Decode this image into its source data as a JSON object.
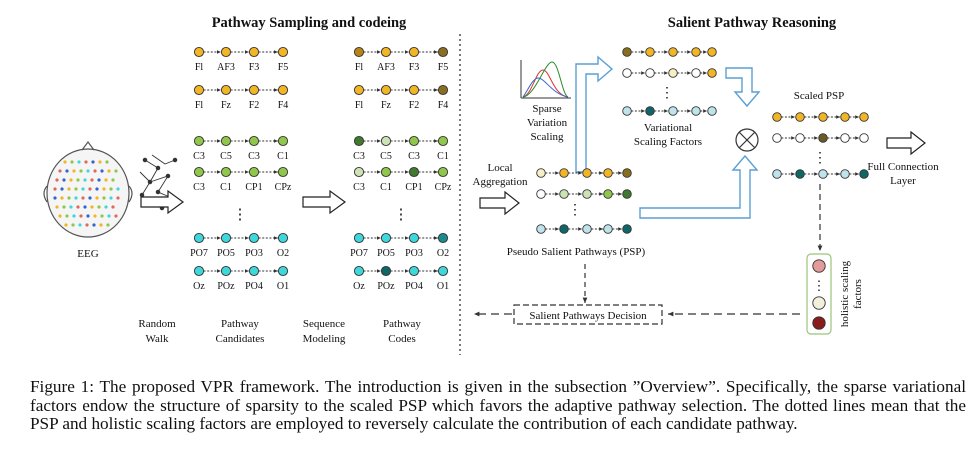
{
  "titles": {
    "left": "Pathway Sampling and codeing",
    "right": "Salient Pathway Reasoning"
  },
  "labels": {
    "eeg": "EEG",
    "random_walk": [
      "Random",
      "Walk"
    ],
    "pathway_candidates": [
      "Pathway",
      "Candidates"
    ],
    "sequence_modeling": [
      "Sequence",
      "Modeling"
    ],
    "pathway_codes": [
      "Pathway",
      "Codes"
    ],
    "local_aggregation": [
      "Local",
      "Aggregation"
    ],
    "sparse_variation_scaling": [
      "Sparse",
      "Variation",
      "Scaling"
    ],
    "variational_scaling_factors": [
      "Variational",
      "Scaling Factors"
    ],
    "scaled_psp": "Scaled PSP",
    "full_connection_layer": [
      "Full Connection",
      "Layer"
    ],
    "psp": "Pseudo Salient Pathways (PSP)",
    "holistic_scaling_factors": [
      "holistic scaling",
      "factors"
    ],
    "salient_pathways_decision": "Salient Pathways Decision",
    "ellipsis": "⋮",
    "times": "⊗"
  },
  "pathway_rows": [
    [
      "Fl",
      "AF3",
      "F3",
      "F5"
    ],
    [
      "Fl",
      "Fz",
      "F2",
      "F4"
    ],
    [
      "C3",
      "C5",
      "C3",
      "C1"
    ],
    [
      "C3",
      "C1",
      "CP1",
      "CPz"
    ],
    [
      "PO7",
      "PO5",
      "PO3",
      "O2"
    ],
    [
      "Oz",
      "POz",
      "PO4",
      "O1"
    ]
  ],
  "colors": {
    "orange": "#f2b526",
    "dark_orange": "#b88416",
    "brown_olive": "#8a6e1f",
    "light_yellow": "#f7f0c4",
    "green": "#8fc74a",
    "dark_green": "#3f7a2e",
    "pale_green": "#cde3b5",
    "cyan": "#3fd7db",
    "teal": "#1a8a8e",
    "dark_teal": "#0f6668",
    "light_blue": "#bfe3ea",
    "arrow_blue": "#5a9fd4",
    "rose": "#e39a9a",
    "dark_red": "#8b1c1c",
    "outline": "#333333"
  },
  "caption": "Figure 1: The proposed VPR framework. The introduction is given in the subsection ”Overview”. Specifically, the sparse variational factors endow the structure of sparsity to the scaled PSP which favors the adaptive pathway selection. The dotted lines mean that the PSP and holistic scaling factors are employed to reversely calculate the contribution of each candidate pathway."
}
